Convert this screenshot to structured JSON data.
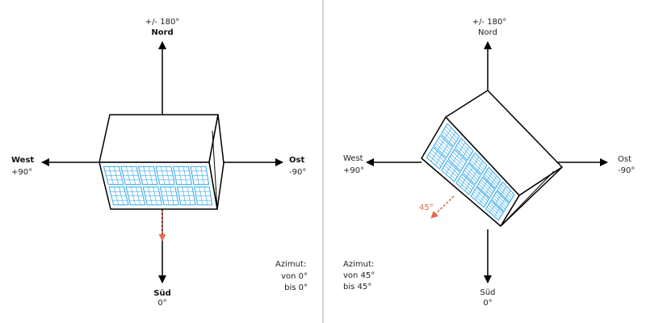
{
  "colors": {
    "line": "#000000",
    "divider": "#b8b8b8",
    "panel_cell": "#35a8e8",
    "accent": "#e8674c"
  },
  "left": {
    "north_deg": "+/- 180°",
    "north": "Nord",
    "west": "West",
    "west_deg": "+90°",
    "east": "Ost",
    "east_deg": "-90°",
    "south": "Süd",
    "south_deg": "0°",
    "azimut_title": "Azimut:",
    "azimut_from": "von 0°",
    "azimut_to": "bis 0°"
  },
  "right": {
    "north_deg": "+/- 180°",
    "north": "Nord",
    "west": "West",
    "west_deg": "+90°",
    "east": "Ost",
    "east_deg": "-90°",
    "south": "Süd",
    "south_deg": "0°",
    "angle_label": "45°",
    "azimut_title": "Azimut:",
    "azimut_from": "von 45°",
    "azimut_to": "bis 45°"
  }
}
